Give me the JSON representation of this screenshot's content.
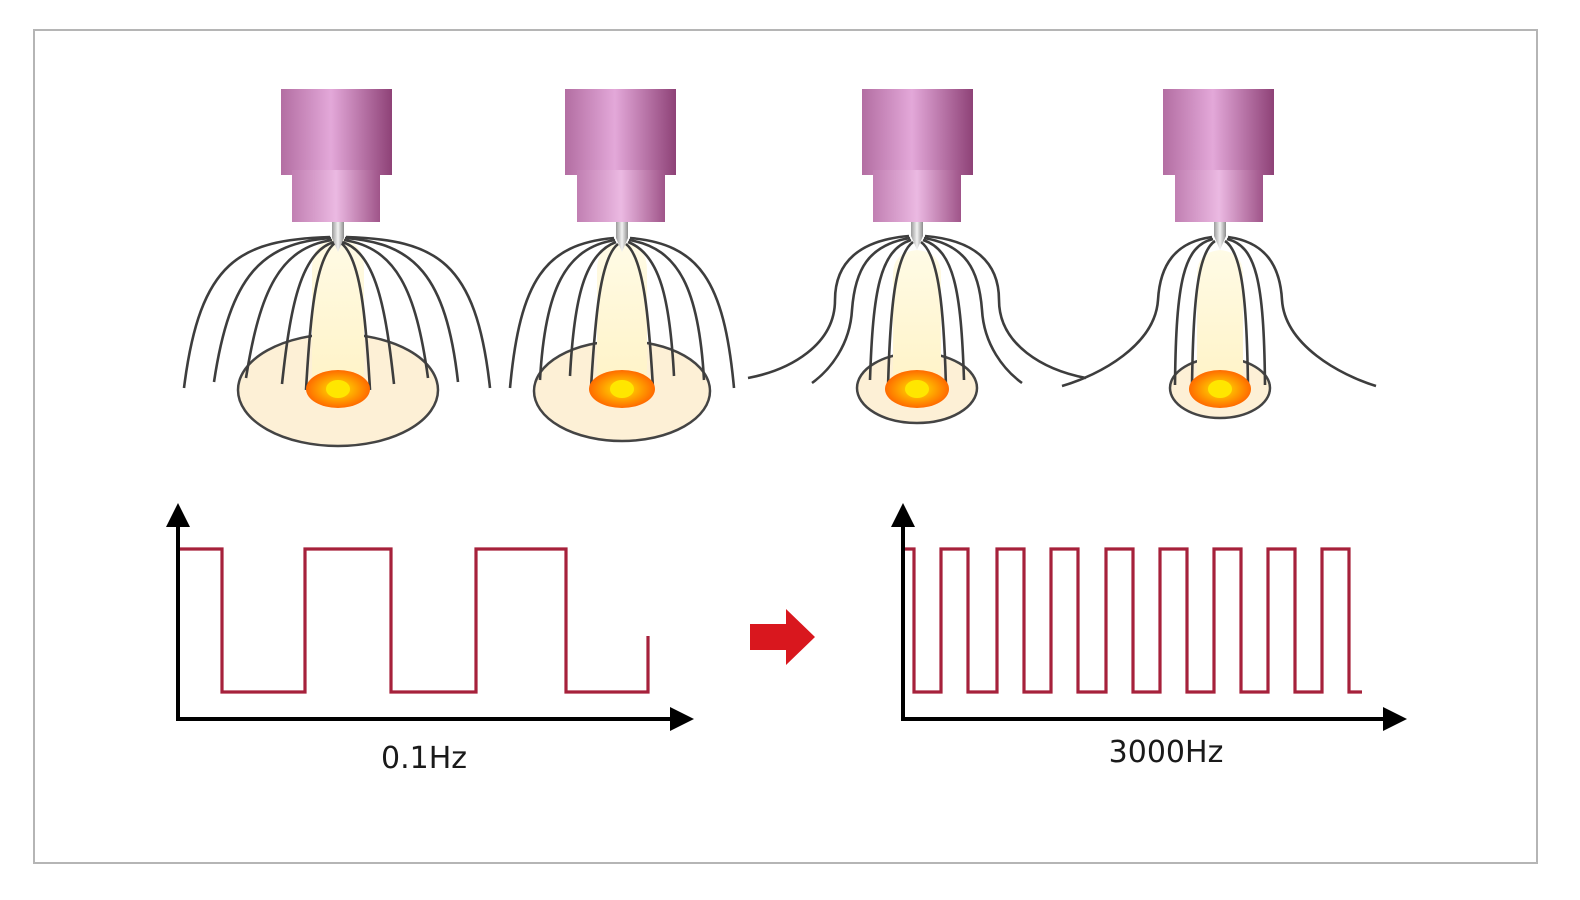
{
  "colors": {
    "frame": "#b5b5b5",
    "torch_light": "#d99ad0",
    "torch_dark": "#9e4d86",
    "arc_lines": "#3d3d3d",
    "pool_fill": "#fdf0d6",
    "hot_spot": "#ff8a00",
    "hot_core": "#ffd400",
    "wave": "#a6213b",
    "axes": "#000000",
    "arrow": "#d9171e"
  },
  "graphs": [
    {
      "label": "0.1Hz",
      "pulses": 3,
      "icon": "square-wave-low-frequency"
    },
    {
      "label": "3000Hz",
      "pulses": 8,
      "icon": "square-wave-high-frequency"
    }
  ],
  "torches": [
    {
      "arc_width": "wide"
    },
    {
      "arc_width": "medium-wide"
    },
    {
      "arc_width": "medium-narrow"
    },
    {
      "arc_width": "narrow"
    }
  ],
  "arrow_icon": "right-arrow-icon"
}
